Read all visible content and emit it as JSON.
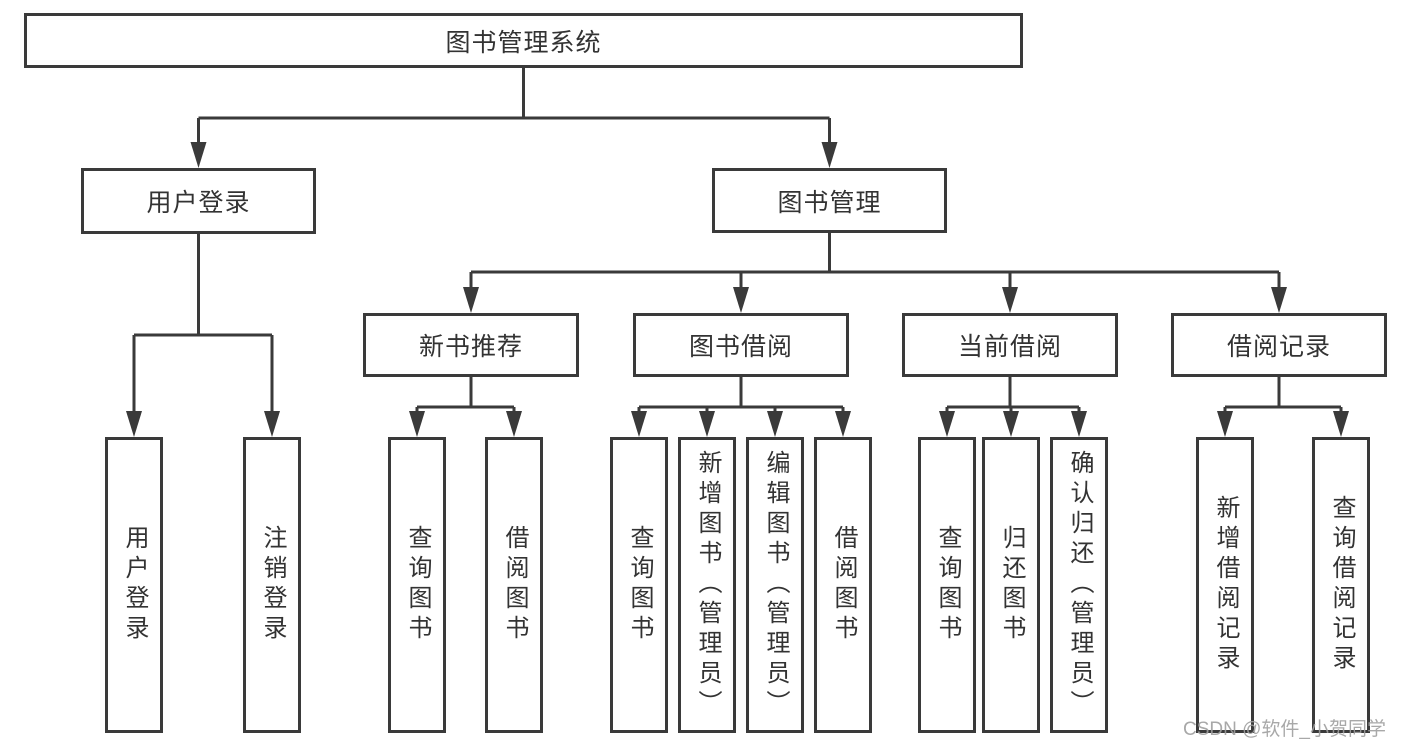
{
  "title": "图书管理系统",
  "watermark": "CSDN @软件_小贺同学",
  "colors": {
    "line": "#3a3a3a",
    "box_fill": "#ffffff",
    "text": "#333333",
    "watermark": "#9f9f9f"
  },
  "tree": {
    "root": {
      "label": "图书管理系统"
    },
    "branches": [
      {
        "label": "用户登录",
        "children": [
          {
            "label": "用户登录"
          },
          {
            "label": "注销登录"
          }
        ]
      },
      {
        "label": "图书管理",
        "children": [
          {
            "label": "新书推荐",
            "children": [
              {
                "label": "查询图书"
              },
              {
                "label": "借阅图书"
              }
            ]
          },
          {
            "label": "图书借阅",
            "children": [
              {
                "label": "查询图书"
              },
              {
                "label": "新增图书（管理员）"
              },
              {
                "label": "编辑图书（管理员）"
              },
              {
                "label": "借阅图书"
              }
            ]
          },
          {
            "label": "当前借阅",
            "children": [
              {
                "label": "查询图书"
              },
              {
                "label": "归还图书"
              },
              {
                "label": "确认归还（管理员）"
              }
            ]
          },
          {
            "label": "借阅记录",
            "children": [
              {
                "label": "新增借阅记录"
              },
              {
                "label": "查询借阅记录"
              }
            ]
          }
        ]
      }
    ]
  }
}
